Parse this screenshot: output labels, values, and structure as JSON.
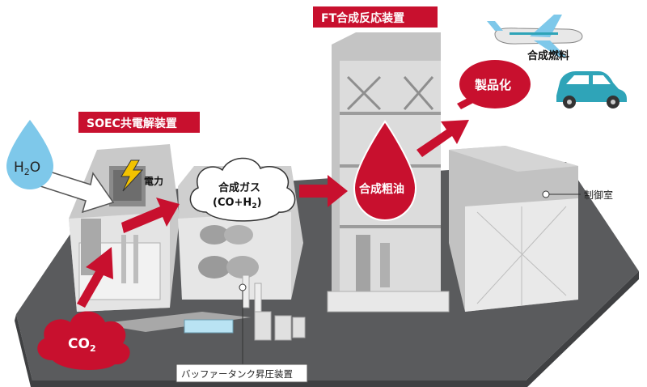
{
  "colors": {
    "accent_red": "#c8102e",
    "ground": "#5a5b5d",
    "building": "#d9d9d9",
    "building_dark": "#b5b5b5",
    "water_blue": "#7ec8ea",
    "car_teal": "#2fa4b8"
  },
  "labels": {
    "soec_unit": "SOEC共電解装置",
    "ft_unit": "FT合成反応装置",
    "electricity": "電力",
    "syngas_line1": "合成ガス",
    "syngas_line2": "(CO+H",
    "syngas_sub": "2",
    "syngas_close": ")",
    "crude_oil": "合成粗油",
    "product": "製品化",
    "synthetic_fuel": "合成燃料",
    "control_room": "制御室",
    "buffer_tank": "バッファータンク昇圧装置",
    "h2o_main": "H",
    "h2o_sub": "2",
    "h2o_end": "O",
    "co2_main": "CO",
    "co2_sub": "2"
  },
  "icons": [
    "water-drop-icon",
    "co2-cloud-icon",
    "lightning-icon",
    "airplane-icon",
    "car-icon",
    "oil-drop-icon"
  ]
}
